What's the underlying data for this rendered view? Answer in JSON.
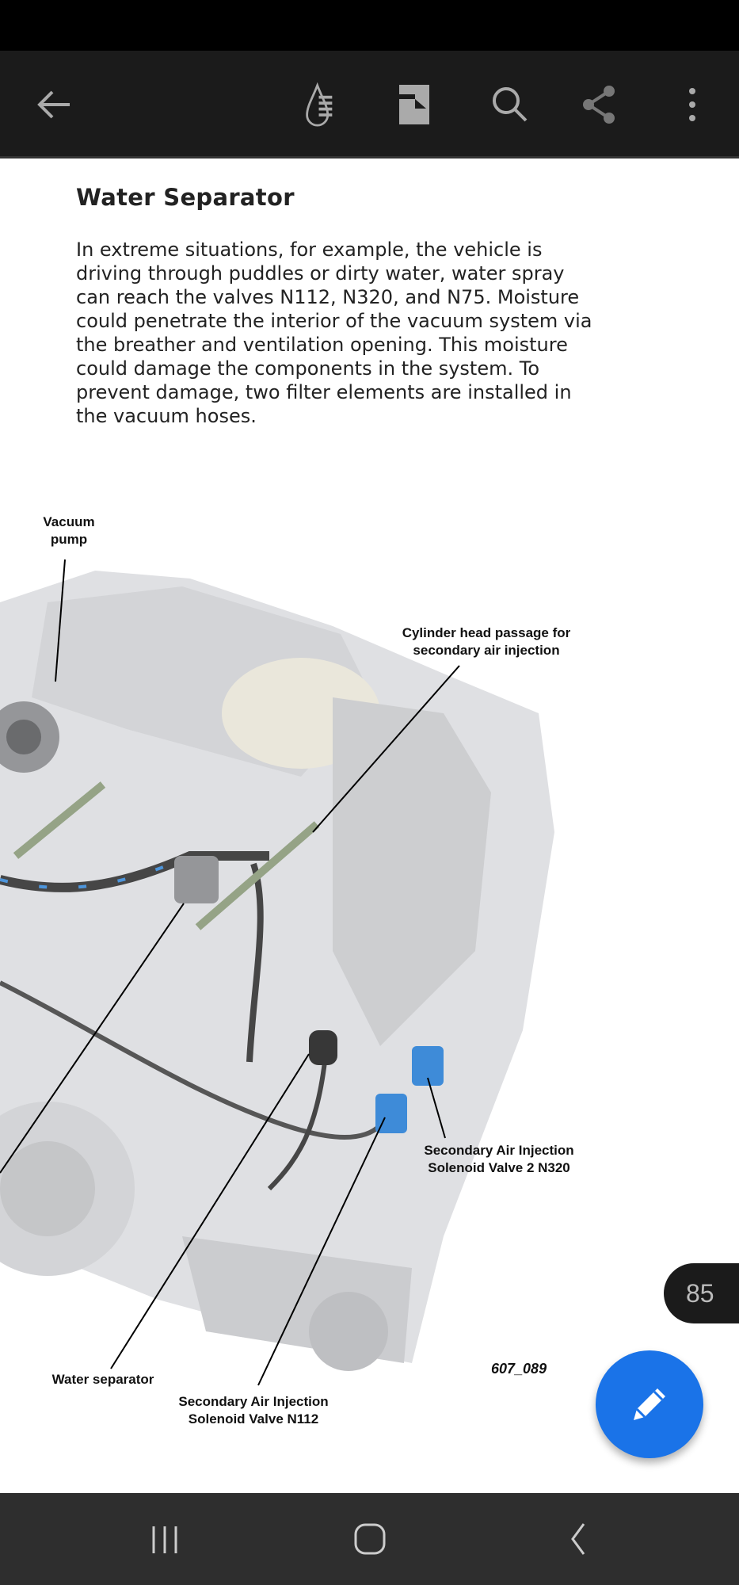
{
  "toolbar": {
    "icons": [
      "back-arrow-icon",
      "reading-mode-icon",
      "page-layout-icon",
      "search-icon",
      "share-icon",
      "more-options-icon"
    ]
  },
  "document": {
    "title": "Water Separator",
    "body": "In extreme situations, for example, the vehicle is driving through puddles or dirty water, water spray can reach the valves N112, N320, and N75. Moisture could penetrate the interior of the vacuum system via the breather and ventilation opening. This moisture could damage the components in the system. To prevent damage, two filter elements are installed in the vacuum hoses.",
    "figure": {
      "labels": {
        "vacuum_pump": "Vacuum\npump",
        "cylinder_head": "Cylinder head passage for\nsecondary air injection",
        "n320": "Secondary Air Injection\nSolenoid Valve 2 N320",
        "water_separator": "Water separator",
        "n112": "Secondary Air Injection\nSolenoid Valve N112"
      },
      "figure_id": "607_089"
    }
  },
  "page_indicator": "85",
  "colors": {
    "toolbar": "#1b1b1b",
    "fab": "#1a73e8",
    "valve_blue": "#2a7fd4",
    "navbar": "#2e2e2e"
  }
}
